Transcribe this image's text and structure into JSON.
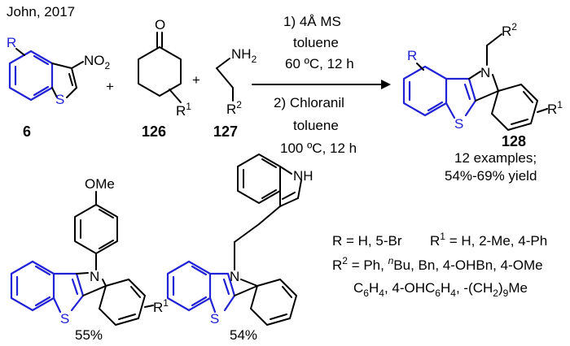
{
  "citation": "John, 2017",
  "reactants": {
    "r6": {
      "r_group": "R",
      "nitro": "NO",
      "nitro_sub": "2",
      "hetero": "S",
      "number": "6"
    },
    "r126": {
      "oxygen": "O",
      "r1": "R",
      "r1_sup": "1",
      "number": "126"
    },
    "r127": {
      "amine": "NH",
      "amine_sub": "2",
      "r2": "R",
      "r2_sup": "2",
      "number": "127"
    },
    "plus": "+"
  },
  "conditions": {
    "step1_line1": "1) 4Å MS",
    "step1_line2": "toluene",
    "step1_line3": "60 ºC, 12 h",
    "step2_line1": "2) Chloranil",
    "step2_line2": "toluene",
    "step2_line3": "100 ºC, 12 h"
  },
  "product": {
    "r_group": "R",
    "r2": "R",
    "r2_sup": "2",
    "nitrogen": "N",
    "sulfur": "S",
    "r1": "R",
    "r1_sup": "1",
    "number": "128",
    "examples": "12 examples;",
    "yield": "54%-69% yield"
  },
  "examples": {
    "ex1": {
      "substituent": "OMe",
      "nitrogen": "N",
      "sulfur": "S",
      "r1": "R",
      "r1_sup": "1",
      "yield": "55%"
    },
    "ex2": {
      "indole_nh": "NH",
      "nitrogen": "N",
      "sulfur": "S",
      "yield": "54%"
    }
  },
  "substituents": {
    "line1_r": "R  = H, 5-Br",
    "line1_r1_prefix": "R",
    "line1_r1_sup": "1",
    "line1_r1_suffix": " = H, 2-Me, 4-Ph",
    "line2_prefix": "R",
    "line2_sup": "2",
    "line2_a": " = Ph, ",
    "line2_n": "n",
    "line2_b": "Bu, Bn, 4-OHBn, 4-OMe",
    "line3_a": "C",
    "line3_sub1": "6",
    "line3_b": "H",
    "line3_sub2": "4",
    "line3_c": ", 4-OHC",
    "line3_sub3": "6",
    "line3_d": "H",
    "line3_sub4": "4",
    "line3_e": ", -(CH",
    "line3_sub5": "2",
    "line3_f": ")",
    "line3_sub6": "9",
    "line3_g": "Me"
  }
}
